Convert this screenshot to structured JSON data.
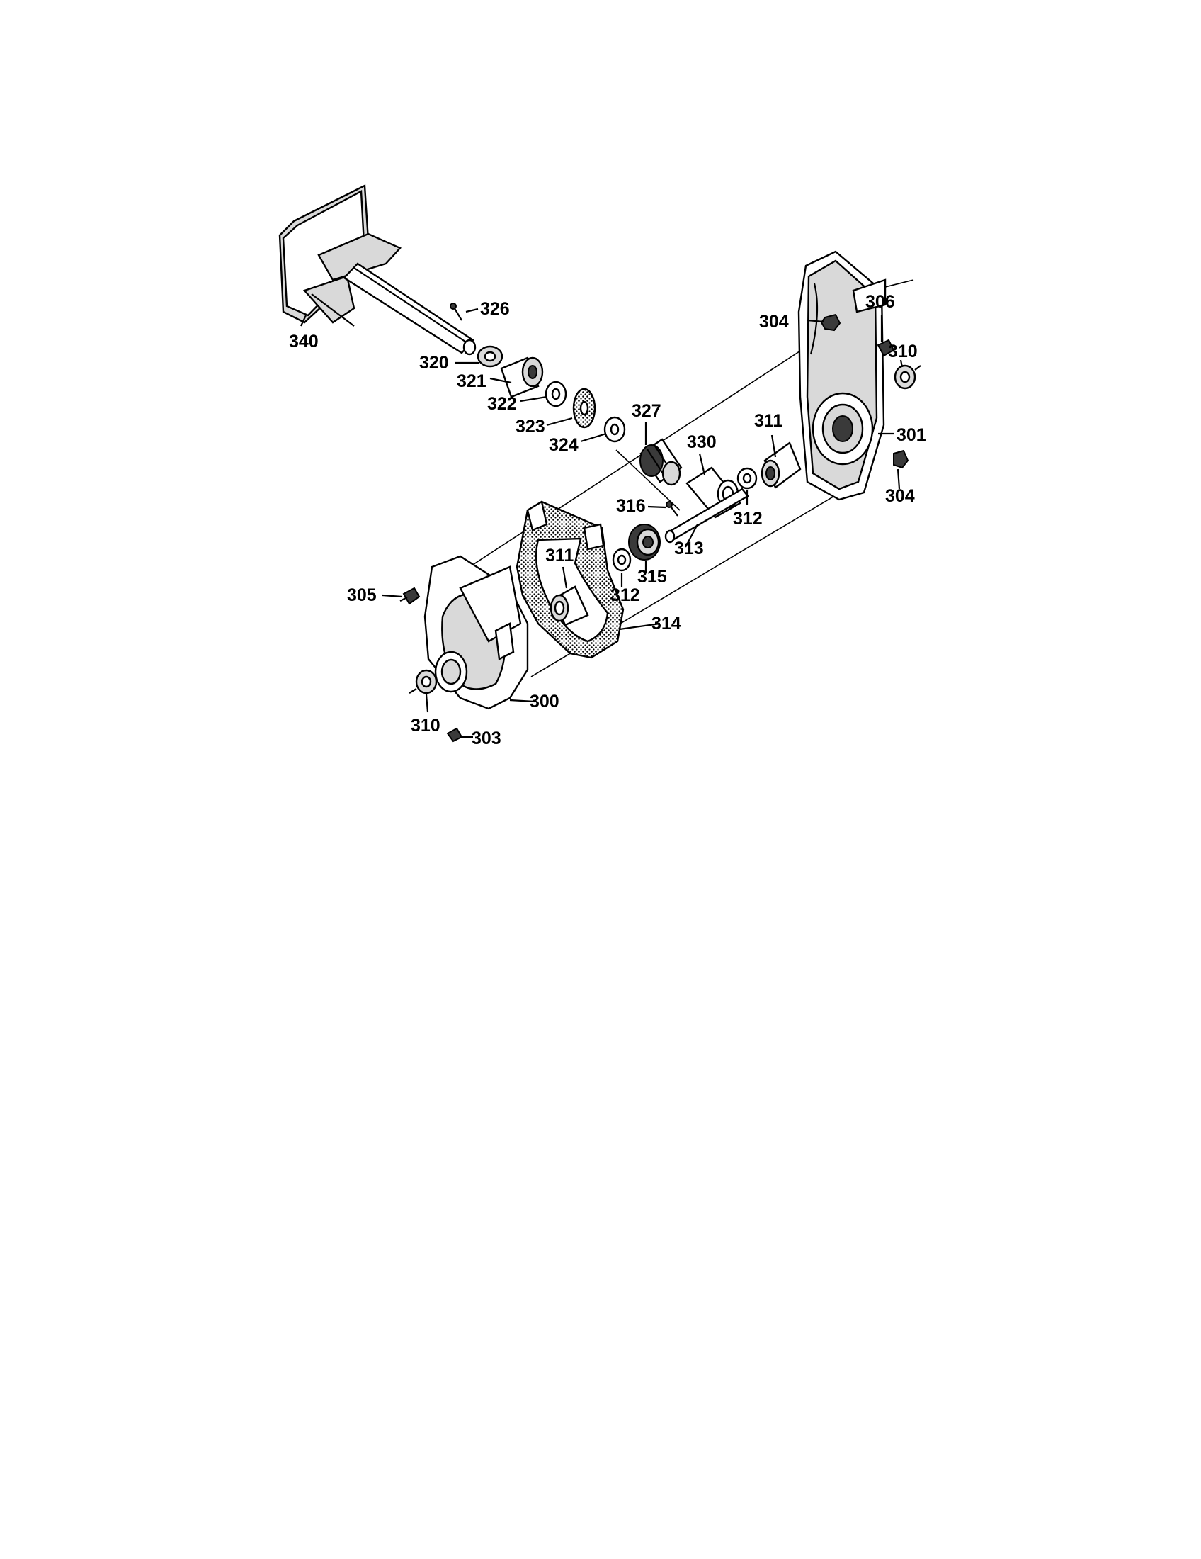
{
  "diagram": {
    "callouts": [
      {
        "id": "c340",
        "text": "340"
      },
      {
        "id": "c326",
        "text": "326"
      },
      {
        "id": "c320",
        "text": "320"
      },
      {
        "id": "c321",
        "text": "321"
      },
      {
        "id": "c322",
        "text": "322"
      },
      {
        "id": "c323",
        "text": "323"
      },
      {
        "id": "c324",
        "text": "324"
      },
      {
        "id": "c327",
        "text": "327"
      },
      {
        "id": "c330",
        "text": "330"
      },
      {
        "id": "c304a",
        "text": "304"
      },
      {
        "id": "c306",
        "text": "306"
      },
      {
        "id": "c310a",
        "text": "310"
      },
      {
        "id": "c301",
        "text": "301"
      },
      {
        "id": "c304b",
        "text": "304"
      },
      {
        "id": "c311a",
        "text": "311"
      },
      {
        "id": "c312a",
        "text": "312"
      },
      {
        "id": "c313",
        "text": "313"
      },
      {
        "id": "c316",
        "text": "316"
      },
      {
        "id": "c315",
        "text": "315"
      },
      {
        "id": "c311b",
        "text": "311"
      },
      {
        "id": "c312b",
        "text": "312"
      },
      {
        "id": "c314",
        "text": "314"
      },
      {
        "id": "c305",
        "text": "305"
      },
      {
        "id": "c300",
        "text": "300"
      },
      {
        "id": "c310b",
        "text": "310"
      },
      {
        "id": "c303",
        "text": "303"
      }
    ]
  }
}
